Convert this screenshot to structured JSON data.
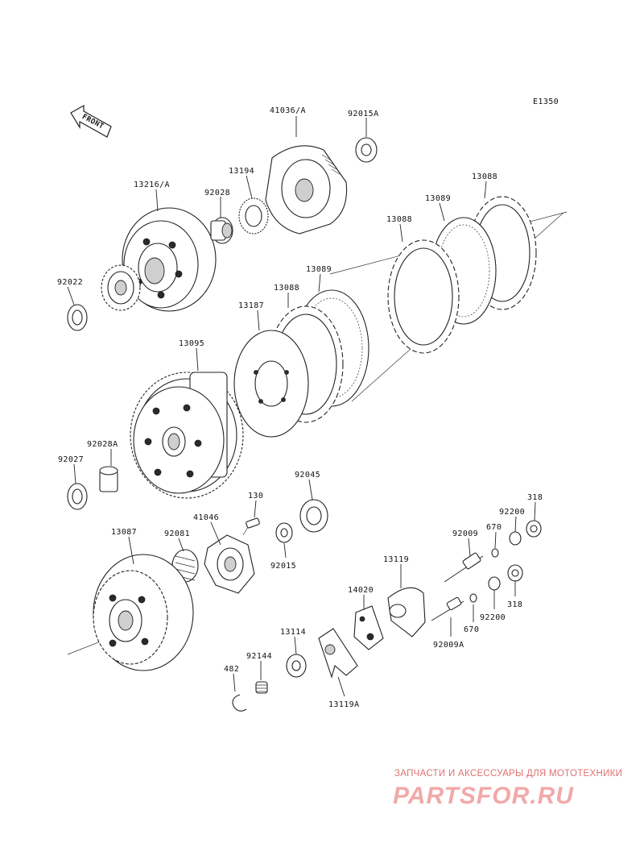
{
  "diagram": {
    "code": "E1350",
    "front_label": "FRONT"
  },
  "callouts": [
    "41036/A",
    "92015A",
    "13194",
    "13088",
    "13216/A",
    "92028",
    "13089",
    "13088",
    "92022",
    "13089",
    "13088",
    "13187",
    "13095",
    "92028A",
    "92027",
    "92045",
    "130",
    "41046",
    "13087",
    "92081",
    "92015",
    "318",
    "92200",
    "670",
    "92009",
    "13119",
    "14020",
    "670",
    "318",
    "92200",
    "92009A",
    "13114",
    "92144",
    "482",
    "13119A"
  ],
  "watermark": {
    "tagline": "ЗАПЧАСТИ И АКСЕССУАРЫ ДЛЯ МОТОТЕХНИКИ",
    "site": "PARTSFOR.RU"
  }
}
